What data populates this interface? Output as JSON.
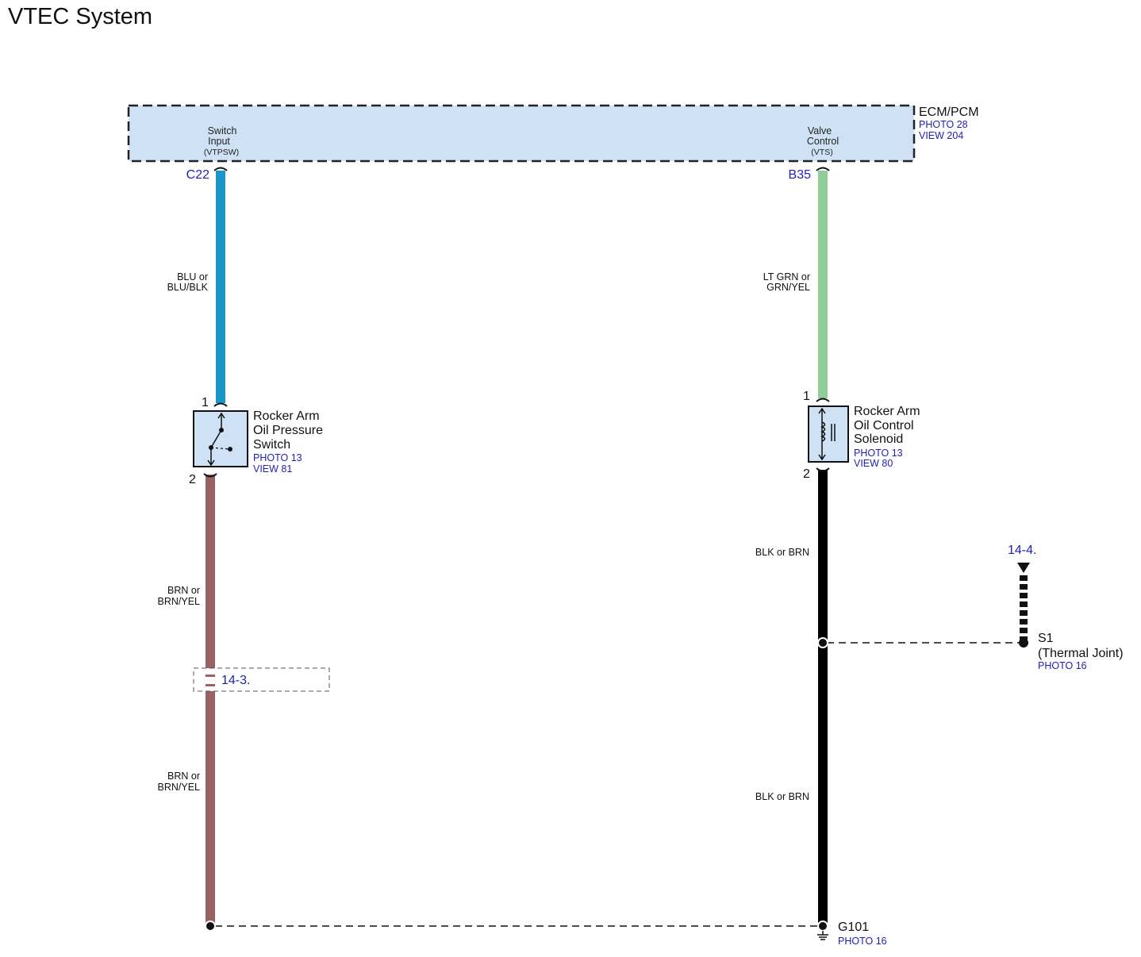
{
  "title": "VTEC System",
  "ecm": {
    "name": "ECM/PCM",
    "photo": "PHOTO 28",
    "view": "VIEW 204",
    "pin_left": {
      "line1": "Switch",
      "line2": "Input",
      "abbr": "(VTPSW)",
      "connector": "C22"
    },
    "pin_right": {
      "line1": "Valve",
      "line2": "Control",
      "abbr": "(VTS)",
      "connector": "B35"
    }
  },
  "wires": {
    "left_top": {
      "line1": "BLU or",
      "line2": "BLU/BLK",
      "color": "#1a96c8"
    },
    "right_top": {
      "line1": "LT GRN or",
      "line2": "GRN/YEL",
      "color": "#8fce98"
    },
    "left_mid": {
      "line1": "BRN or",
      "line2": "BRN/YEL",
      "color": "#9a6262"
    },
    "left_bottom": {
      "line1": "BRN or",
      "line2": "BRN/YEL",
      "color": "#9a6262"
    },
    "right_mid": {
      "line": "BLK or BRN",
      "color": "#000000"
    },
    "right_bottom": {
      "line": "BLK or BRN",
      "color": "#000000"
    }
  },
  "switch": {
    "line1": "Rocker Arm",
    "line2": "Oil Pressure",
    "line3": "Switch",
    "photo": "PHOTO 13",
    "view": "VIEW 81",
    "pin_top": "1",
    "pin_bottom": "2"
  },
  "solenoid": {
    "line1": "Rocker Arm",
    "line2": "Oil Control",
    "line3": "Solenoid",
    "photo": "PHOTO 13",
    "view": "VIEW 80",
    "pin_top": "1",
    "pin_bottom": "2"
  },
  "links": {
    "left": "14-3.",
    "right": "14-4."
  },
  "splice": {
    "name": "S1",
    "desc": "(Thermal Joint)",
    "photo": "PHOTO 16"
  },
  "ground": {
    "name": "G101",
    "photo": "PHOTO 16"
  },
  "colors": {
    "box_fill": "#cfe2f5",
    "ref_blue": "#1f1fb4"
  }
}
